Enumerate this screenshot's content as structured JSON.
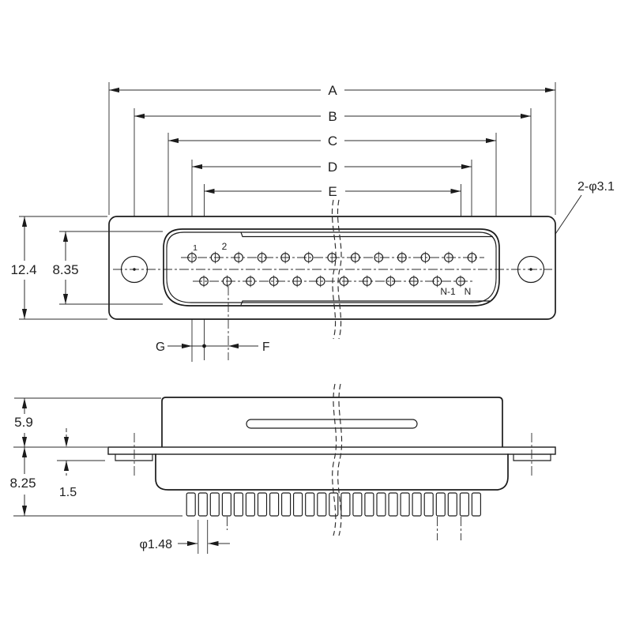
{
  "title": "D-sub connector dimensional drawing",
  "front_view": {
    "width_dims": {
      "a": "A",
      "b": "B",
      "c": "C",
      "d": "D",
      "e": "E"
    },
    "pitch_dims": {
      "g": "G",
      "f": "F"
    },
    "height_dims": {
      "flange": "12.4",
      "shell": "8.35"
    },
    "mounting_holes": "2-φ3.1",
    "pin_labels": {
      "first": "1",
      "second": "2",
      "second_last": "N-1",
      "last": "N"
    }
  },
  "side_view": {
    "height_dims": {
      "hood": "5.9",
      "overall": "8.25",
      "flange_step": "1.5"
    },
    "pin_diameter": "φ1.48"
  },
  "colors": {
    "line": "#1b1b1b",
    "text": "#1f1f1f",
    "background": "#ffffff"
  }
}
